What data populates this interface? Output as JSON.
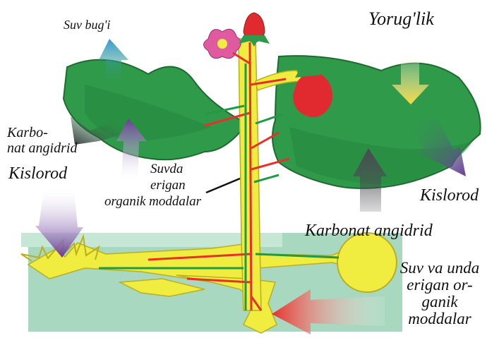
{
  "labels": {
    "water_vapor": "Suv bug'i",
    "light": "Yorug'lik",
    "co2_left_line1": "Karbo-",
    "co2_left_line2": "nat angidrid",
    "oxygen_left": "Kislorod",
    "organic_line1": "Suvda",
    "organic_line2": "erigan",
    "organic_line3": "organik moddalar",
    "oxygen_right": "Kislorod",
    "co2_right": "Karbonat angidrid",
    "soil_line1": "Suv va unda",
    "soil_line2": "erigan or-",
    "soil_line3": "ganik",
    "soil_line4": "moddalar"
  },
  "colors": {
    "sky": "#ffffff",
    "ground": "#a8d8c0",
    "leaf": "#2f9a4a",
    "leaf_dark": "#1f6a30",
    "stem": "#f0ec40",
    "stem_edge": "#b8b020",
    "up_flow": "#e8302a",
    "down_flow": "#1f9a45",
    "blue_arrow": "#3a9ad8",
    "purple_arrow": "#6a3a9a",
    "gray_arrow": "#4a4a52",
    "light_arrow": "#f8d840",
    "strawberry": "#e02a30",
    "flower": "#e05aa0"
  }
}
